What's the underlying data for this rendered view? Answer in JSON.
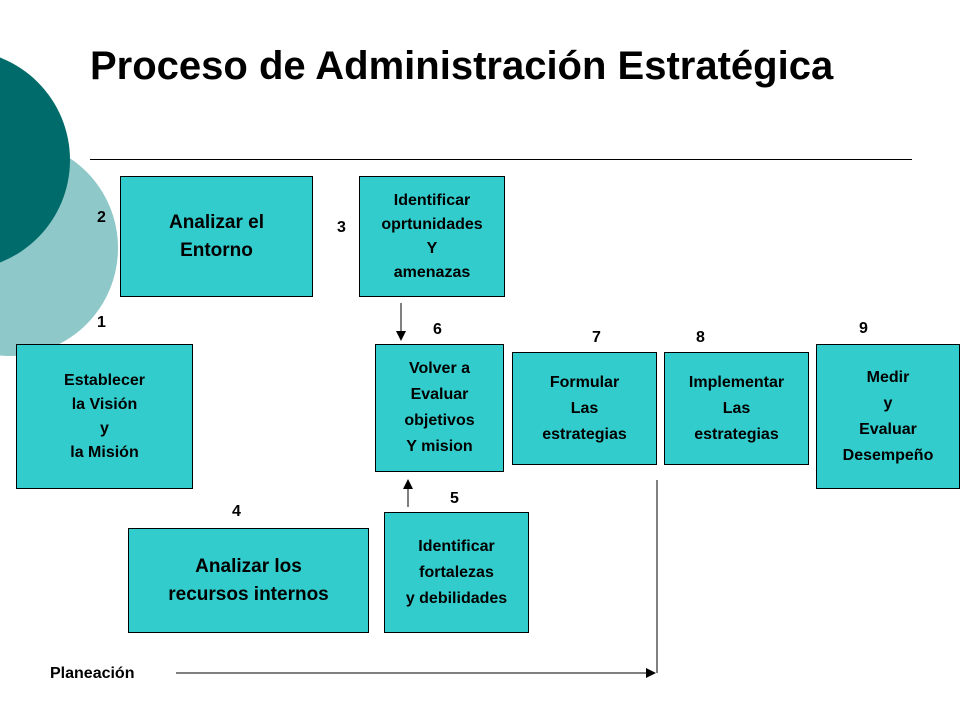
{
  "title": "Proceso de Administración Estratégica",
  "colors": {
    "box_fill": "#33cccc",
    "decor_dark": "#006b6b",
    "decor_light": "#8fc8c8"
  },
  "steps": {
    "s1": {
      "number": "1",
      "label": "Establecer\nla Visión\ny\nla Misión"
    },
    "s2": {
      "number": "2",
      "label": "Analizar el\nEntorno"
    },
    "s3": {
      "number": "3",
      "label": "Identificar\noprtunidades\nY\namenazas"
    },
    "s4": {
      "number": "4",
      "label": "Analizar los\nrecursos internos"
    },
    "s5": {
      "number": "5",
      "label": "Identificar\nfortalezas\ny debilidades"
    },
    "s6": {
      "number": "6",
      "label": "Volver a\nEvaluar\nobjetivos\nY mision"
    },
    "s7": {
      "number": "7",
      "label": "Formular\nLas\nestrategias"
    },
    "s8": {
      "number": "8",
      "label": "Implementar\nLas\nestrategias"
    },
    "s9": {
      "number": "9",
      "label": "Medir\ny\nEvaluar\nDesempeño"
    }
  },
  "planeacion_label": "Planeación"
}
